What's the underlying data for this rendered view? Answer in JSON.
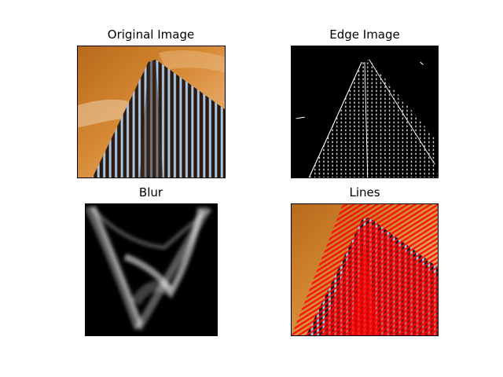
{
  "figure": {
    "panels": [
      {
        "title": "Original Image"
      },
      {
        "title": "Edge Image"
      },
      {
        "title": "Blur"
      },
      {
        "title": "Lines"
      }
    ]
  },
  "colors": {
    "sky_orange": "#c3751c",
    "sky_light": "#e09a4a",
    "building_dark": "#2a1a10",
    "building_light": "#a9c6e3",
    "edge_background": "#000000",
    "edge_line": "#ffffff",
    "blur_background": "#000000",
    "line_red": "#ff0000"
  }
}
